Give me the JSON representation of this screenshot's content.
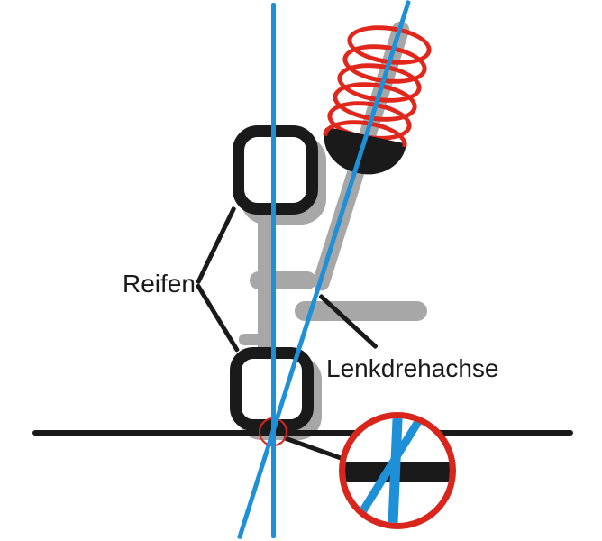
{
  "diagram": {
    "title": "steering-axis-suspension-schematic",
    "labels": {
      "tire": "Reifen",
      "steering_axis": "Lenkdrehachse"
    },
    "colors": {
      "axis_blue": "#1e90d8",
      "spring_red": "#e1261c",
      "highlight_red": "#d9261c",
      "structure_gray": "#a7a7a7",
      "ink_black": "#1a1a1a",
      "background": "#ffffff"
    }
  }
}
